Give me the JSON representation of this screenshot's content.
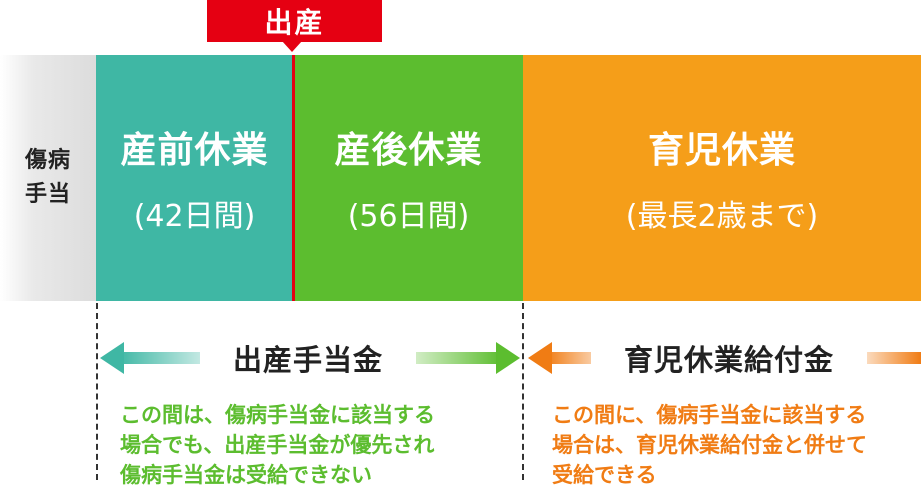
{
  "birth": {
    "label": "出産"
  },
  "bands": {
    "sickness": {
      "title": "傷病\n手当"
    },
    "prenatal": {
      "title": "産前休業",
      "duration": "(42日間)"
    },
    "postnatal": {
      "title": "産後休業",
      "duration": "(56日間)"
    },
    "childcare": {
      "title": "育児休業",
      "duration": "(最長2歳まで)"
    }
  },
  "benefits": {
    "maternity": {
      "label": "出産手当金",
      "note_lines": [
        "この間は、傷病手当金に該当する",
        "場合でも、出産手当金が優先され",
        "傷病手当金は受給できない"
      ]
    },
    "childcare": {
      "label": "育児休業給付金",
      "note_lines": [
        "この間に、傷病手当金に該当する",
        "場合は、育児休業給付金と併せて",
        "受給できる"
      ]
    }
  },
  "colors": {
    "birth_red": "#e50012",
    "teal": "#3fb7a4",
    "green": "#5cbd2f",
    "orange": "#f59e19",
    "orange_text": "#f07c14"
  }
}
